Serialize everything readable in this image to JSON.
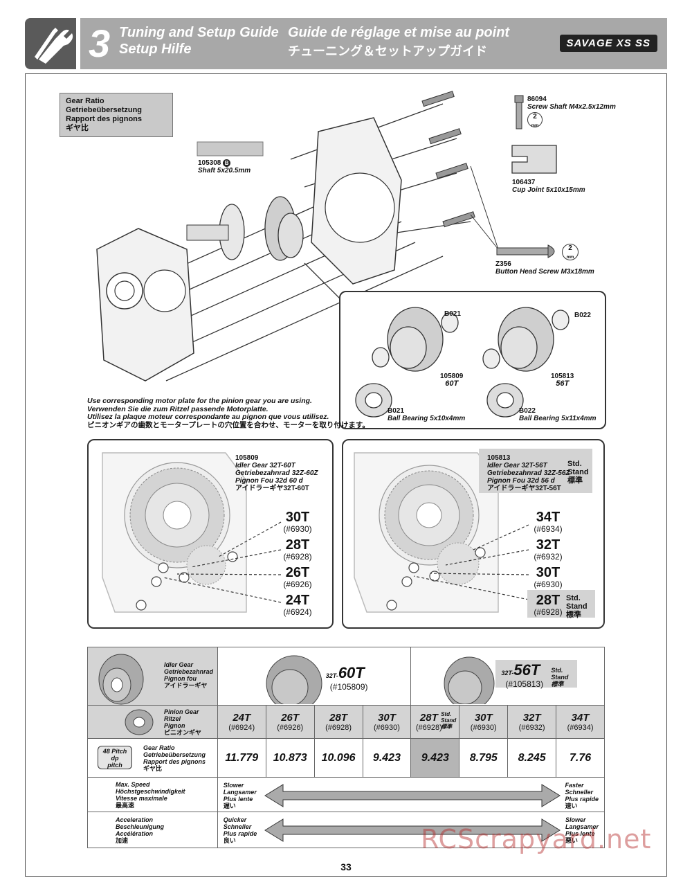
{
  "header": {
    "step_number": "3",
    "title_en": "Tuning and Setup Guide",
    "title_de": "Setup Hilfe",
    "title_fr": "Guide de réglage et mise au point",
    "title_jp": "チューニング＆セットアップガイド",
    "logo_text": "SAVAGE XS SS"
  },
  "gear_ratio_label": {
    "line1": "Gear Ratio",
    "line2": "Getriebeübersetzung",
    "line3": "Rapport des pignons",
    "line4": "ギヤ比"
  },
  "parts": {
    "p105308_num": "105308",
    "p105308_badge": "B",
    "p105308_name": "Shaft 5x20.5mm",
    "p86094_num": "86094",
    "p86094_name": "Screw Shaft M4x2.5x12mm",
    "p86094_tool": "2",
    "p106437_num": "106437",
    "p106437_name": "Cup Joint 5x10x15mm",
    "z356_num": "Z356",
    "z356_name": "Button Head Screw M3x18mm",
    "z356_tool": "2",
    "tool_unit": "mm"
  },
  "detail": {
    "b021_top": "B021",
    "b022_top": "B022",
    "g1_num": "105809",
    "g1_teeth": "60T",
    "g2_num": "105813",
    "g2_teeth": "56T",
    "b021_bottom": "B021",
    "b021_desc": "Ball Bearing 5x10x4mm",
    "b022_bottom": "B022",
    "b022_desc": "Ball Bearing 5x11x4mm"
  },
  "note": {
    "en": "Use corresponding motor plate for the pinion gear you are using.",
    "de": "Verwenden Sie die zum Ritzel passende Motorplatte.",
    "fr": "Utilisez la plaque moteur correspondante au pignon que vous utilisez.",
    "jp": "ピニオンギアの歯数とモータープレートの穴位置を合わせ、モーターを取り付けます。"
  },
  "left_box": {
    "num": "105809",
    "l1": "Idler Gear 32T-60T",
    "l2": "Getriebezahnrad 32Z-60Z",
    "l3": "Pignon Fou 32d 60 d",
    "l4": "アイドラーギヤ32T-60T",
    "pinions": [
      {
        "t": "30T",
        "c": "(#6930)"
      },
      {
        "t": "28T",
        "c": "(#6928)"
      },
      {
        "t": "26T",
        "c": "(#6926)"
      },
      {
        "t": "24T",
        "c": "(#6924)"
      }
    ]
  },
  "right_box": {
    "num": "105813",
    "l1": "Idler Gear 32T-56T",
    "l2": "Getriebezahnrad 32Z-56Z",
    "l3": "Pignon Fou 32d 56 d",
    "l4": "アイドラーギヤ32T-56T",
    "std1": "Std.",
    "std2": "Stand",
    "std3": "標準",
    "pinions": [
      {
        "t": "34T",
        "c": "(#6934)"
      },
      {
        "t": "32T",
        "c": "(#6932)"
      },
      {
        "t": "30T",
        "c": "(#6930)"
      },
      {
        "t": "28T",
        "c": "(#6928)"
      }
    ]
  },
  "table": {
    "idler_label": [
      "Idler Gear",
      "Getriebezahnrad",
      "Pignon fou",
      "アイドラーギヤ"
    ],
    "pinion_label": [
      "Pinion Gear",
      "Ritzel",
      "Pignon",
      "ピニオンギヤ"
    ],
    "pitch_label": [
      "48 Pitch",
      "dp",
      "pitch"
    ],
    "ratio_label": [
      "Gear Ratio",
      "Getriebeübersetzung",
      "Rapport des pignons",
      "ギヤ比"
    ],
    "g60_prefix": "32T-",
    "g60_main": "60T",
    "g60_part": "(#105809)",
    "g56_prefix": "32T-",
    "g56_main": "56T",
    "g56_part": "(#105813)",
    "g56_std": [
      "Std.",
      "Stand",
      "標準"
    ],
    "pinions": [
      {
        "t": "24T",
        "c": "(#6924)",
        "ratio": "11.779"
      },
      {
        "t": "26T",
        "c": "(#6926)",
        "ratio": "10.873"
      },
      {
        "t": "28T",
        "c": "(#6928)",
        "ratio": "10.096"
      },
      {
        "t": "30T",
        "c": "(#6930)",
        "ratio": "9.423"
      },
      {
        "t": "28T",
        "c": "(#6928)",
        "ratio": "9.423"
      },
      {
        "t": "30T",
        "c": "(#6930)",
        "ratio": "8.795"
      },
      {
        "t": "32T",
        "c": "(#6932)",
        "ratio": "8.245"
      },
      {
        "t": "34T",
        "c": "(#6934)",
        "ratio": "7.76"
      }
    ],
    "std_small": [
      "Std.",
      "Stand",
      "標準"
    ],
    "speed_label": [
      "Max. Speed",
      "Höchstgeschwindigkeit",
      "Vitesse maximale",
      "最高速"
    ],
    "speed_left": [
      "Slower",
      "Langsamer",
      "Plus lente",
      "遅い"
    ],
    "speed_right": [
      "Faster",
      "Schneller",
      "Plus rapide",
      "速い"
    ],
    "accel_label": [
      "Acceleration",
      "Beschleunigung",
      "Accélération",
      "加速"
    ],
    "accel_left": [
      "Quicker",
      "Schneller",
      "Plus rapide",
      "良い"
    ],
    "accel_right": [
      "Slower",
      "Langsamer",
      "Plus lente",
      "悪い"
    ]
  },
  "page_number": "33",
  "watermark": "RCScrapyard.net"
}
